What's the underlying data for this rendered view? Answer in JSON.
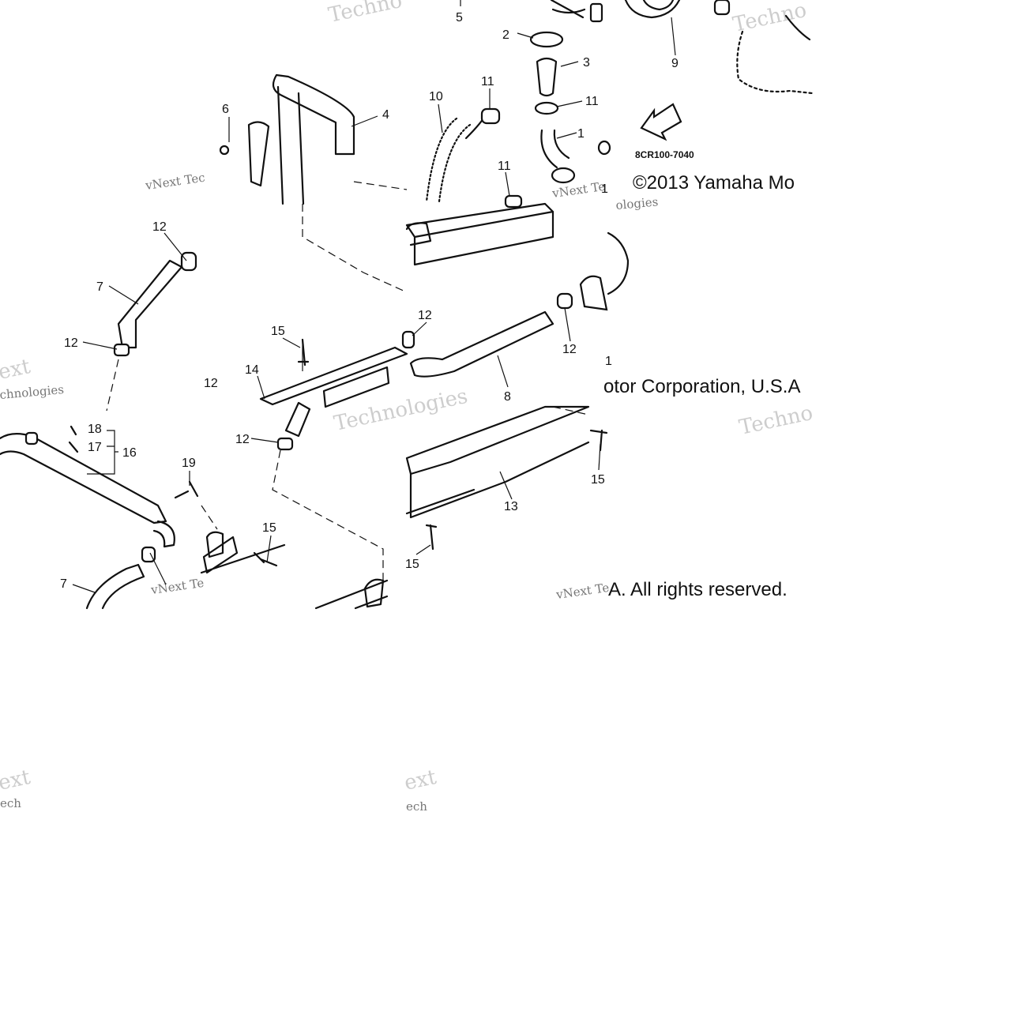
{
  "copyright": {
    "line1": "©2013 Yamaha Mo",
    "line2": "otor Corporation, U.S.A",
    "line3": "A. All rights reserved."
  },
  "drawing_code": "8CR100-7040",
  "fwd_label": "FWD",
  "watermarks": {
    "brand_a": "vNext Tec",
    "brand_b": "Techno",
    "brand_c": "Technologies",
    "brand_d": "ext",
    "brand_e": "ologies",
    "brand_f": "vNext Te",
    "brand_g": "chnologies",
    "brand_h": "ech"
  },
  "callouts": [
    {
      "label": "5"
    },
    {
      "label": "2"
    },
    {
      "label": "3"
    },
    {
      "label": "9"
    },
    {
      "label": "6"
    },
    {
      "label": "4"
    },
    {
      "label": "10"
    },
    {
      "label": "11"
    },
    {
      "label": "11"
    },
    {
      "label": "1"
    },
    {
      "label": "11"
    },
    {
      "label": "12"
    },
    {
      "label": "7"
    },
    {
      "label": "12"
    },
    {
      "label": "15"
    },
    {
      "label": "14"
    },
    {
      "label": "12"
    },
    {
      "label": "12"
    },
    {
      "label": "12"
    },
    {
      "label": "8"
    },
    {
      "label": "18"
    },
    {
      "label": "17"
    },
    {
      "label": "16"
    },
    {
      "label": "19"
    },
    {
      "label": "12"
    },
    {
      "label": "15"
    },
    {
      "label": "13"
    },
    {
      "label": "15"
    },
    {
      "label": "15"
    },
    {
      "label": "7"
    },
    {
      "label": "1"
    },
    {
      "label": "1"
    }
  ]
}
